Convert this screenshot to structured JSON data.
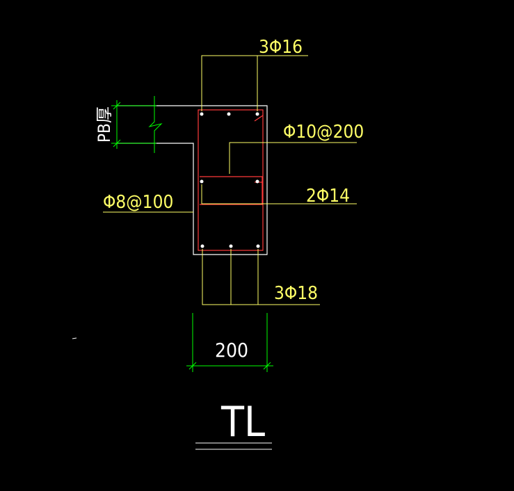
{
  "labels": {
    "top_bars": "3Φ16",
    "stirrup_main": "Φ10@200",
    "middle_bars": "2Φ14",
    "stirrup_secondary": "Φ8@100",
    "bottom_bars": "3Φ18",
    "slab_thickness": "PB厚",
    "width_dim": "200",
    "section_title": "TL"
  },
  "colors": {
    "background": "#000000",
    "outline": "#ffffff",
    "rebar": "#ff3b3b",
    "leader": "#ffff66",
    "dimension": "#00ff00"
  }
}
